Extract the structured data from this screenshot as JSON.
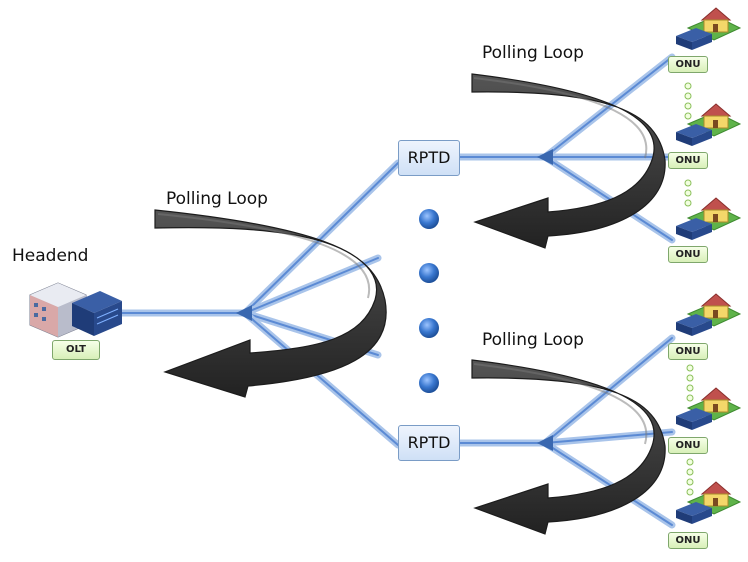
{
  "headend_label": "Headend",
  "olt_label": "OLT",
  "polling_loops": [
    "Polling Loop",
    "Polling Loop",
    "Polling Loop"
  ],
  "rptd_labels": [
    "RPTD",
    "RPTD"
  ],
  "onu_label": "ONU",
  "colors": {
    "fiber": "#8fb0e0",
    "fiber_core": "#4a78c8",
    "arrow": "#3a3a3a",
    "dot": "#3a78d0",
    "splitter": "#3a68b0"
  }
}
